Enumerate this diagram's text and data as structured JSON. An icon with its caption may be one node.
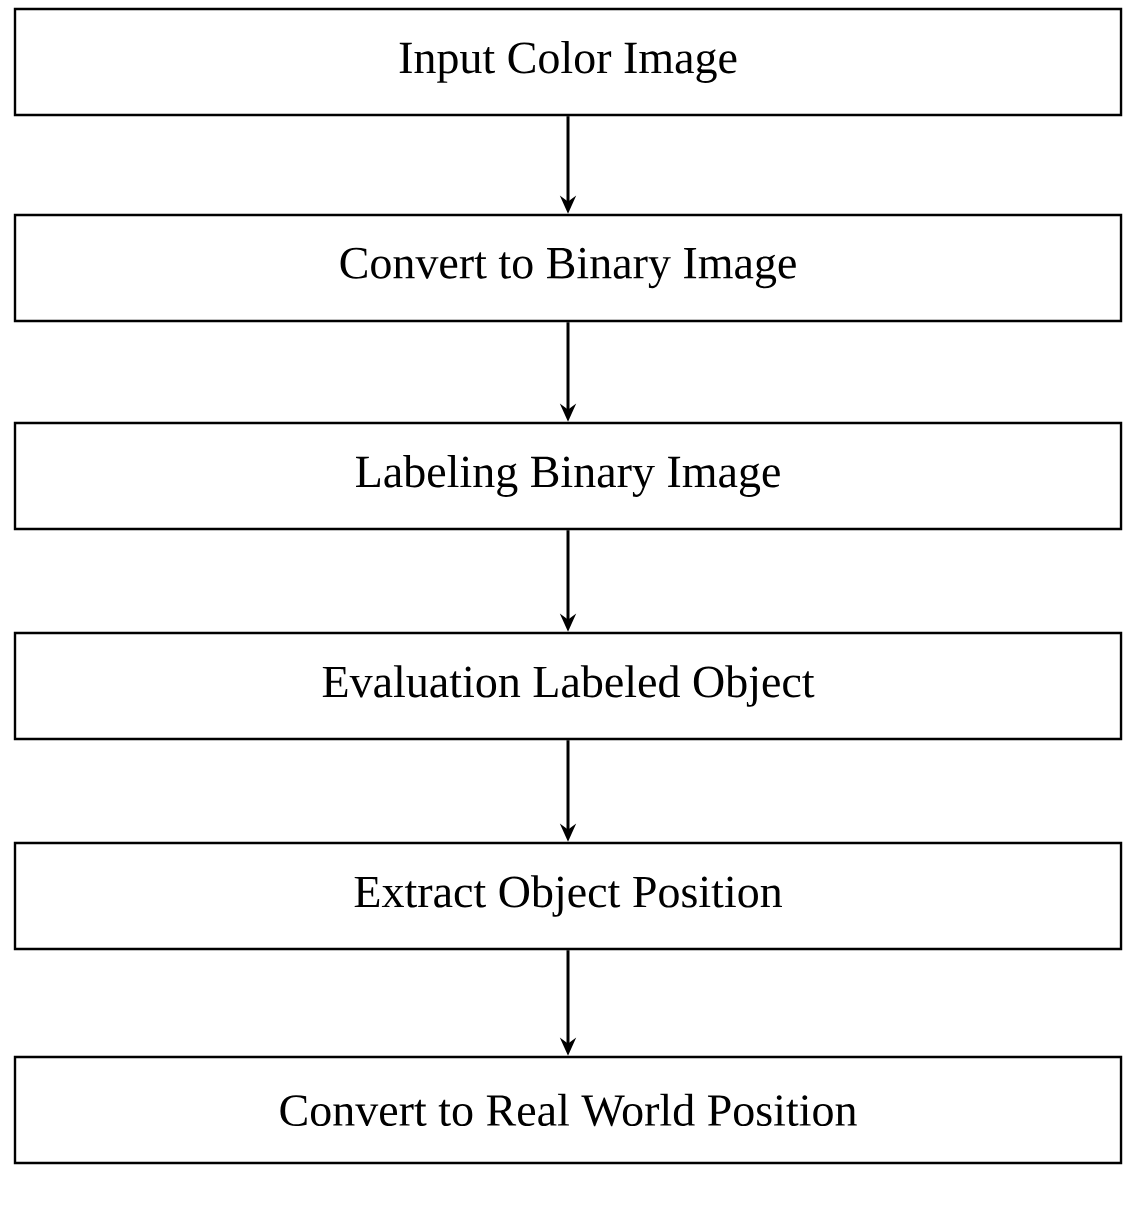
{
  "diagram": {
    "nodes": [
      {
        "text": [
          "Input Color Image"
        ]
      },
      {
        "text": [
          "Convert to Binary Image"
        ]
      },
      {
        "text": [
          "Labeling Binary Image"
        ]
      },
      {
        "text": [
          "Evaluation Labeled Object"
        ]
      },
      {
        "text": [
          "Extract Object Position"
        ]
      },
      {
        "text": [
          "Convert to Real World Position"
        ]
      }
    ],
    "edges": [
      {
        "from": 0,
        "to": 1,
        "arrow": "to"
      },
      {
        "from": 1,
        "to": 2,
        "arrow": "to"
      },
      {
        "from": 2,
        "to": 3,
        "arrow": "to"
      },
      {
        "from": 3,
        "to": 4,
        "arrow": "to"
      },
      {
        "from": 4,
        "to": 5,
        "arrow": "to"
      }
    ]
  }
}
